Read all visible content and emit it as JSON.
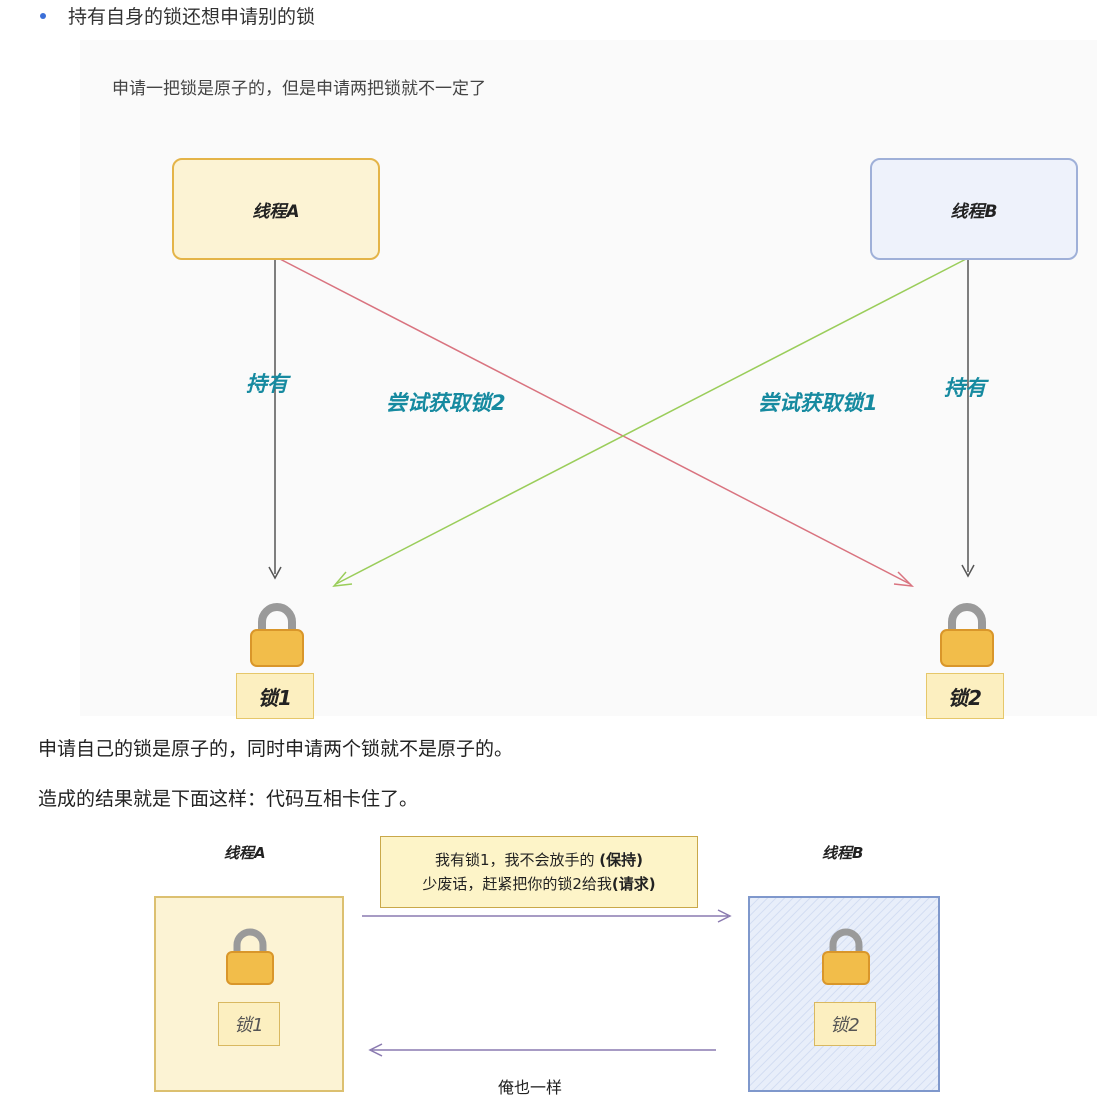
{
  "bullet": {
    "text": "持有自身的锁还想申请别的锁"
  },
  "diagram1": {
    "caption": "申请一把锁是原子的，但是申请两把锁就不一定了",
    "thread_a": "线程A",
    "thread_b": "线程B",
    "hold_left": "持有",
    "hold_right": "持有",
    "try_lock2": "尝试获取锁2",
    "try_lock1": "尝试获取锁1",
    "lock1": "锁1",
    "lock2": "锁2",
    "colors": {
      "thread_a_fill": "#fcf3d4",
      "thread_b_fill": "#eef2fb",
      "label_teal": "#168aa0",
      "red_arrow": "#d9737f",
      "green_arrow": "#9acd5a"
    }
  },
  "paragraphs": {
    "p1": "申请自己的锁是原子的，同时申请两个锁就不是原子的。",
    "p2": "造成的结果就是下面这样：代码互相卡住了。"
  },
  "diagram2": {
    "thread_a": "线程A",
    "thread_b": "线程B",
    "speech_line1_text": "我有锁1，我不会放手的 ",
    "speech_line1_bold": "(保持)",
    "speech_line2_text": "少废话，赶紧把你的锁2给我",
    "speech_line2_bold": "(请求)",
    "lock1": "锁1",
    "lock2": "锁2",
    "reply": "俺也一样"
  }
}
